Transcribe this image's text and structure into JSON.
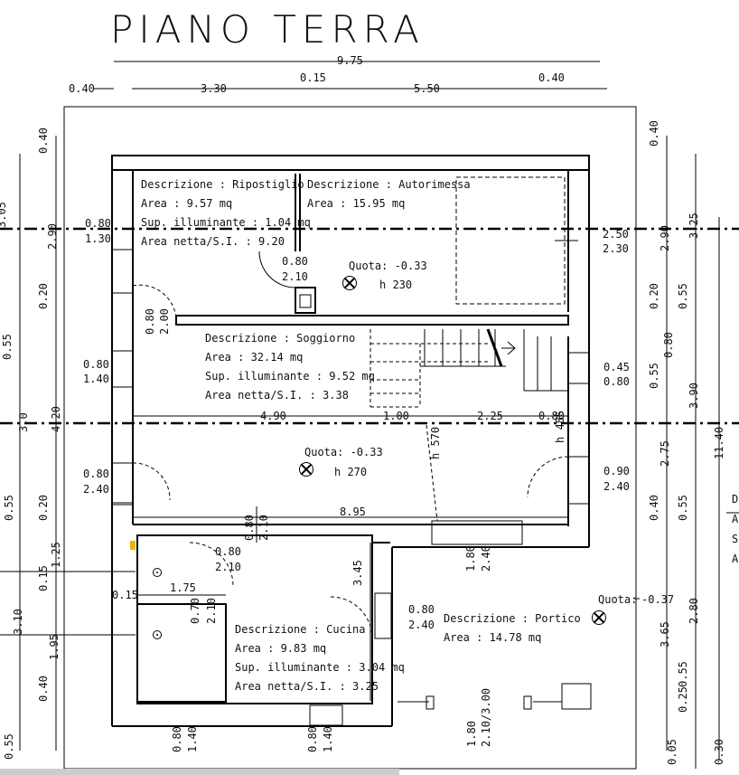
{
  "title": "PIANO TERRA",
  "top_dims": {
    "total": "9.75",
    "left_margin": "0.40",
    "left_span": "3.30",
    "wall": "0.15",
    "right_span": "5.50",
    "right_margin": "0.40"
  },
  "rooms": {
    "ripostiglio": {
      "descr": "Descrizione :   Ripostiglio",
      "area": "Area :  9.57 mq",
      "sup": "Sup. illuminante : 1.04 mq",
      "netta": "Area netta/S.I. :   9.20"
    },
    "autorimessa": {
      "descr": "Descrizione :   Autorimessa",
      "area": "Area :  15.95 mq"
    },
    "soggiorno": {
      "descr": "Descrizione :    Soggiorno",
      "area": "Area :  32.14 mq",
      "sup": "Sup. illuminante : 9.52 mq",
      "netta": "Area netta/S.I. :   3.38"
    },
    "cucina": {
      "descr": "Descrizione :    Cucina",
      "area": "Area :  9.83 mq",
      "sup": "Sup. illuminante : 3.04 mq",
      "netta": "Area netta/S.I. :   3.25"
    },
    "portico": {
      "descr": "Descrizione :    Portico",
      "area": "Area :  14.78 mq"
    }
  },
  "quotes": {
    "q1": "Quota: -0.33",
    "h1": "h 230",
    "q2": "Quota: -0.33",
    "h2": "h 270",
    "q3": "Quota:",
    "q3v": "-0.37",
    "h570": "h 570",
    "h485": "h 485"
  },
  "labels": {
    "d080a": "0.80",
    "d130": "1.30",
    "d080b": "0.80",
    "d210a": "2.10",
    "d250": "2.50",
    "d230": "2.30",
    "d080c": "0.80",
    "d200": "2.00",
    "d080d": "0.80",
    "d140a": "1.40",
    "d045": "0.45",
    "d080e": "0.80",
    "d490": "4.90",
    "d100": "1.00",
    "d225": "2.25",
    "d080f": "0.80",
    "d080g": "0.80",
    "d240a": "2.40",
    "d090": "0.90",
    "d240b": "2.40",
    "d895": "8.95",
    "d080h": "0.80",
    "d210b": "2.10",
    "d080i": "0.80",
    "d210c": "2.10",
    "d180a": "1.80",
    "d240c": "2.40",
    "d345": "3.45",
    "d175": "1.75",
    "d015a": "0.15",
    "d070": "0.70",
    "d210d": "2.10",
    "d080j": "0.80",
    "d240d": "2.40",
    "d080k": "0.80",
    "d140b": "1.40",
    "d080l": "0.80",
    "d140c": "1.40",
    "d180b": "1.80",
    "d210e": "2.10/3.00"
  },
  "left_dims": [
    "0.40",
    "3.05",
    "2.90",
    "0.20",
    "0.55",
    "3.0",
    "4.20",
    "0.55",
    "0.20",
    "1.25",
    "0.15",
    "3.10",
    "1.95",
    "0.40",
    "0.55"
  ],
  "right_dims": [
    "0.40",
    "3.25",
    "2.90",
    "0.20",
    "0.55",
    "0.80",
    "0.55",
    "3.90",
    "2.75",
    "11.40",
    "0.40",
    "0.55",
    "3.65",
    "2.80",
    "0.55",
    "0.25",
    "0.05",
    "0.30"
  ],
  "edge_letters": [
    "D",
    "A",
    "S",
    "A"
  ]
}
